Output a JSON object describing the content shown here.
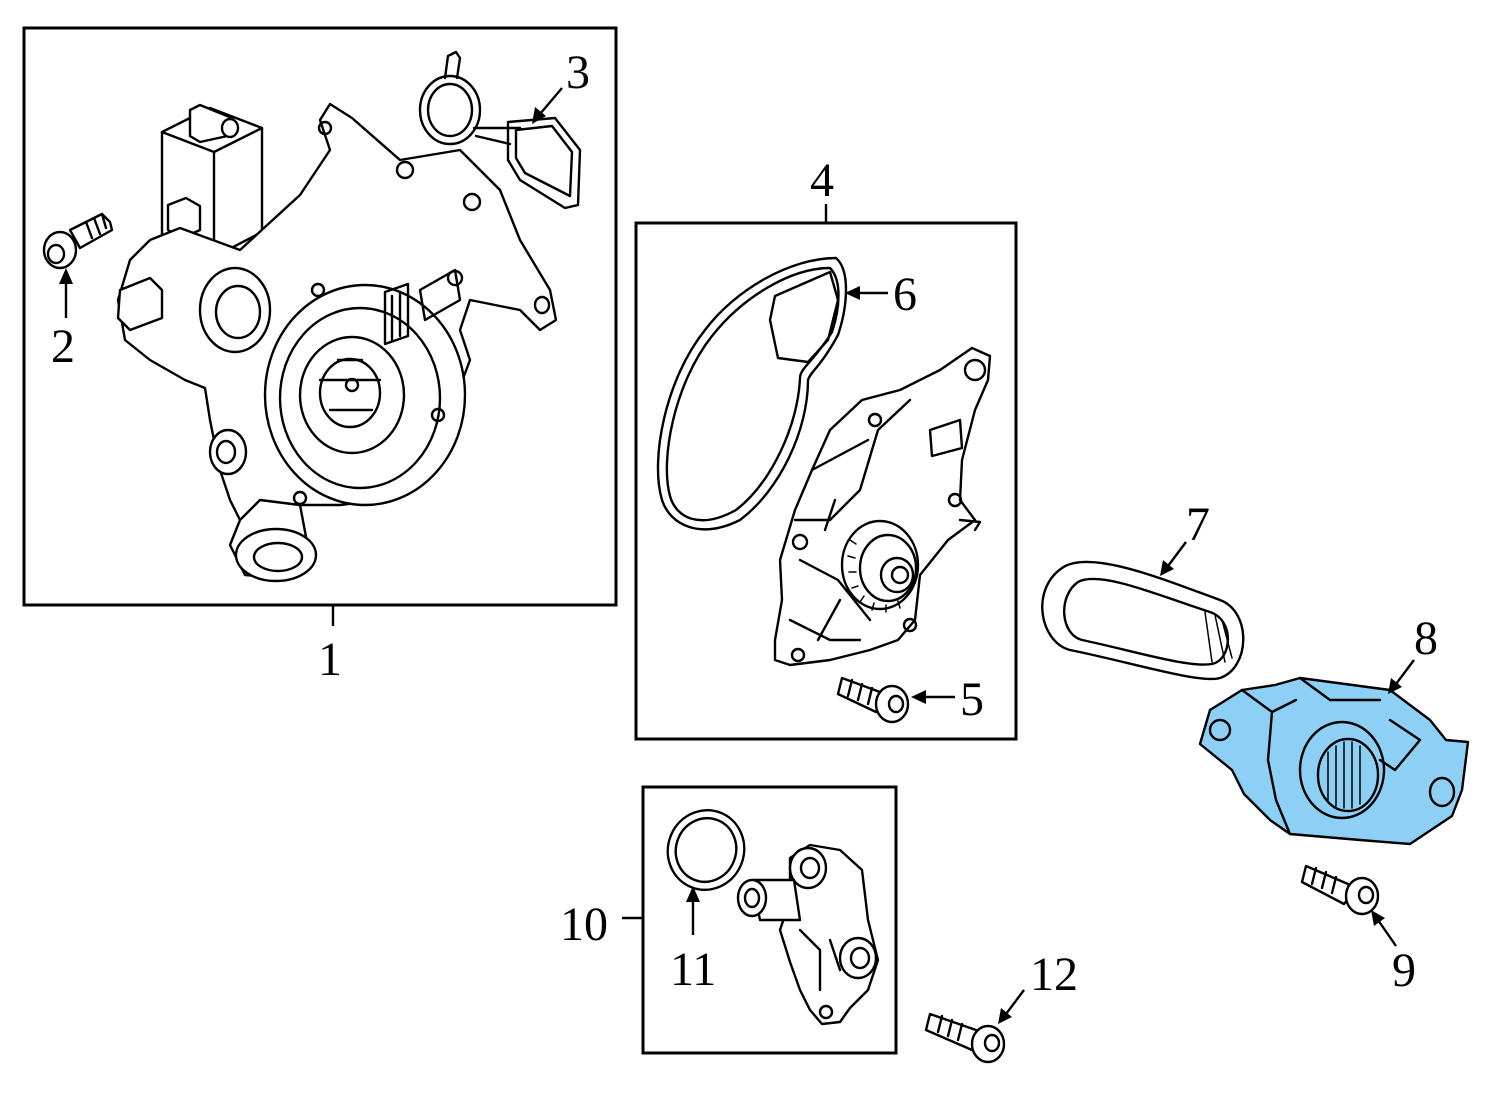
{
  "highlight_color": "#8ed0f5",
  "callouts": {
    "c1": "1",
    "c2": "2",
    "c3": "3",
    "c4": "4",
    "c5": "5",
    "c6": "6",
    "c7": "7",
    "c8": "8",
    "c9": "9",
    "c10": "10",
    "c11": "11",
    "c12": "12"
  },
  "highlighted_part": "8",
  "parts": [
    {
      "callout": "1",
      "icon": "water-pump-housing-assembly-icon"
    },
    {
      "callout": "2",
      "icon": "bolt-icon"
    },
    {
      "callout": "3",
      "icon": "gasket-icon"
    },
    {
      "callout": "4",
      "icon": "water-pump-assembly-icon"
    },
    {
      "callout": "5",
      "icon": "bolt-icon"
    },
    {
      "callout": "6",
      "icon": "gasket-icon"
    },
    {
      "callout": "7",
      "icon": "drive-belt-icon"
    },
    {
      "callout": "8",
      "icon": "pump-cover-icon"
    },
    {
      "callout": "9",
      "icon": "bolt-icon"
    },
    {
      "callout": "10",
      "icon": "coolant-outlet-assembly-icon"
    },
    {
      "callout": "11",
      "icon": "o-ring-icon"
    },
    {
      "callout": "12",
      "icon": "bolt-icon"
    }
  ]
}
